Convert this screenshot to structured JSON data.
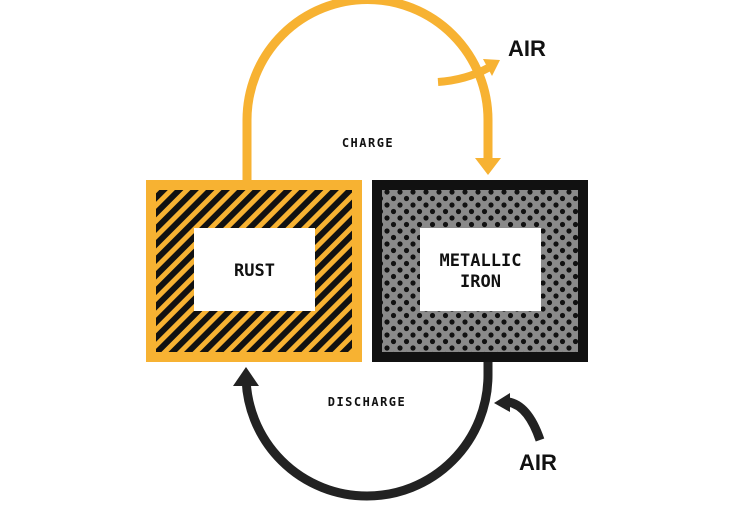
{
  "diagram": {
    "rust_box": {
      "label": "RUST"
    },
    "iron_box": {
      "label_line1": "METALLIC",
      "label_line2": "IRON"
    },
    "charge": {
      "label": "CHARGE",
      "output_label": "AIR"
    },
    "discharge": {
      "label": "DISCHARGE",
      "input_label": "AIR"
    },
    "colors": {
      "rust": "#F7B232",
      "iron": "#111111",
      "charge_arrow": "#F7B232",
      "discharge_arrow": "#222222"
    }
  }
}
